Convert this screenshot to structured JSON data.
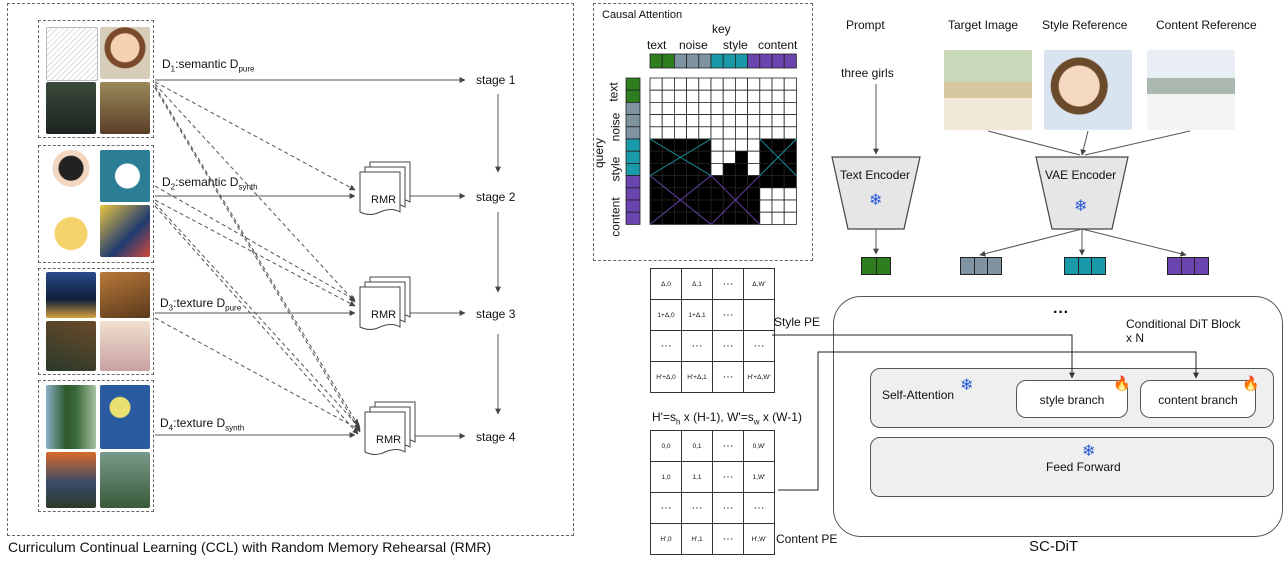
{
  "colors": {
    "text_token": "#2e7d1e",
    "noise_token": "#7f93a0",
    "style_token": "#1a9aa8",
    "content_token": "#6a45b0",
    "snowflake": "#2a5bd7",
    "flame": "#e2561e"
  },
  "ccl": {
    "caption": "Curriculum Continual Learning (CCL)  with Random Memory Rehearsal (RMR)",
    "datasets": [
      {
        "prefix": "D",
        "sub": "1",
        "text": ":semantic D",
        "tail_sub": "pure"
      },
      {
        "prefix": "D",
        "sub": "2",
        "text": ":semantic D",
        "tail_sub": "synth"
      },
      {
        "prefix": "D",
        "sub": "3",
        "text": ":texture D",
        "tail_sub": "pure"
      },
      {
        "prefix": "D",
        "sub": "4",
        "text": ":texture D",
        "tail_sub": "synth"
      }
    ],
    "stages": [
      "stage 1",
      "stage 2",
      "stage 3",
      "stage 4"
    ],
    "rmr_label": "RMR"
  },
  "attention": {
    "title": "Causal Attention",
    "key_label": "key",
    "query_label": "query",
    "col_labels": [
      "text",
      "noise",
      "style",
      "content"
    ],
    "row_labels": [
      "text",
      "noise",
      "style",
      "content"
    ]
  },
  "pipeline": {
    "prompt_label": "Prompt",
    "prompt_text": "three girls",
    "target_image_label": "Target Image",
    "style_reference_label": "Style Reference",
    "content_reference_label": "Content Reference",
    "text_encoder": "Text Encoder",
    "vae_encoder": "VAE Encoder"
  },
  "style_pe": {
    "label": "Style PE",
    "rows": [
      [
        "Δ,0",
        "Δ,1",
        "···",
        "Δ,W'"
      ],
      [
        "1+Δ,0",
        "1+Δ,1",
        "···",
        ""
      ],
      [
        "···",
        "···",
        "···",
        "···"
      ],
      [
        "H'+Δ,0",
        "H'+Δ,1",
        "···",
        "H'+Δ,W'"
      ]
    ]
  },
  "formula": {
    "a": "H'=s",
    "a_sub": "h",
    "b": " x (H-1), W'=s",
    "b_sub": "w",
    "c": " x (W-1)"
  },
  "content_pe": {
    "label": "Content PE",
    "rows": [
      [
        "0,0",
        "0,1",
        "···",
        "0,W'"
      ],
      [
        "1,0",
        "1,1",
        "···",
        "1,W'"
      ],
      [
        "···",
        "···",
        "···",
        "···"
      ],
      [
        "H',0",
        "H',1",
        "···",
        "H',W'"
      ]
    ]
  },
  "dit": {
    "ellipsis": "···",
    "block_title": "Conditional DiT Block",
    "block_repeat": "x N",
    "self_attention": "Self-Attention",
    "style_branch": "style branch",
    "content_branch": "content branch",
    "feed_forward": "Feed Forward",
    "name": "SC-DiT"
  }
}
